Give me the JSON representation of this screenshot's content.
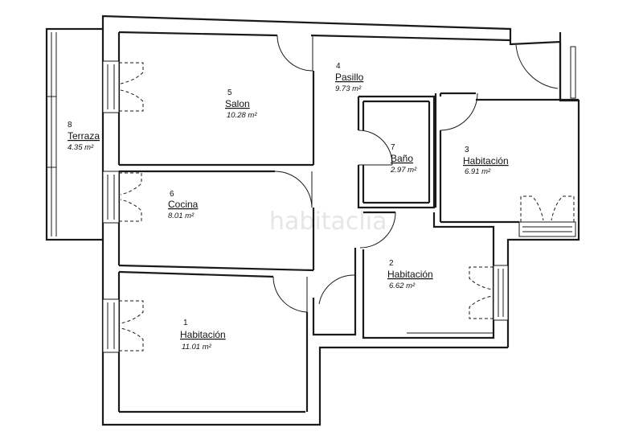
{
  "rooms": [
    {
      "number": "1",
      "name": "Habitación",
      "area": "11.01 m²"
    },
    {
      "number": "2",
      "name": "Habitación",
      "area": "6.62 m²"
    },
    {
      "number": "3",
      "name": "Habitación",
      "area": "6.91 m²"
    },
    {
      "number": "4",
      "name": "Pasillo",
      "area": "9.73 m²"
    },
    {
      "number": "5",
      "name": "Salon",
      "area": "10.28 m²"
    },
    {
      "number": "6",
      "name": "Cocina",
      "area": "8.01 m²"
    },
    {
      "number": "7",
      "name": "Baño",
      "area": "2.97 m²"
    },
    {
      "number": "8",
      "name": "Terraza",
      "area": "4.35 m²"
    }
  ],
  "watermark": {
    "text": "habitaclia"
  }
}
